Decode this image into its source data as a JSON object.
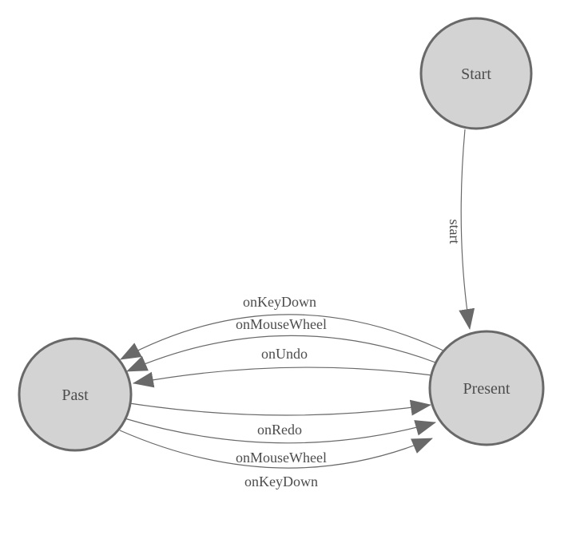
{
  "diagram": {
    "type": "finite-state-machine",
    "background_color": "#ffffff"
  },
  "colors": {
    "node_fill": "#d3d3d3",
    "node_stroke": "#696969",
    "edge_stroke": "#696969",
    "arrowhead_fill": "#696969",
    "label_text": "#4d4d4d"
  },
  "nodes": [
    {
      "id": "start",
      "label": "Start"
    },
    {
      "id": "past",
      "label": "Past"
    },
    {
      "id": "present",
      "label": "Present"
    }
  ],
  "edges": [
    {
      "from": "Start",
      "to": "Present",
      "label": "start"
    },
    {
      "from": "Present",
      "to": "Past",
      "label": "onKeyDown"
    },
    {
      "from": "Present",
      "to": "Past",
      "label": "onMouseWheel"
    },
    {
      "from": "Present",
      "to": "Past",
      "label": "onUndo"
    },
    {
      "from": "Past",
      "to": "Present",
      "label": "onRedo"
    },
    {
      "from": "Past",
      "to": "Present",
      "label": "onMouseWheel"
    },
    {
      "from": "Past",
      "to": "Present",
      "label": "onKeyDown"
    }
  ]
}
